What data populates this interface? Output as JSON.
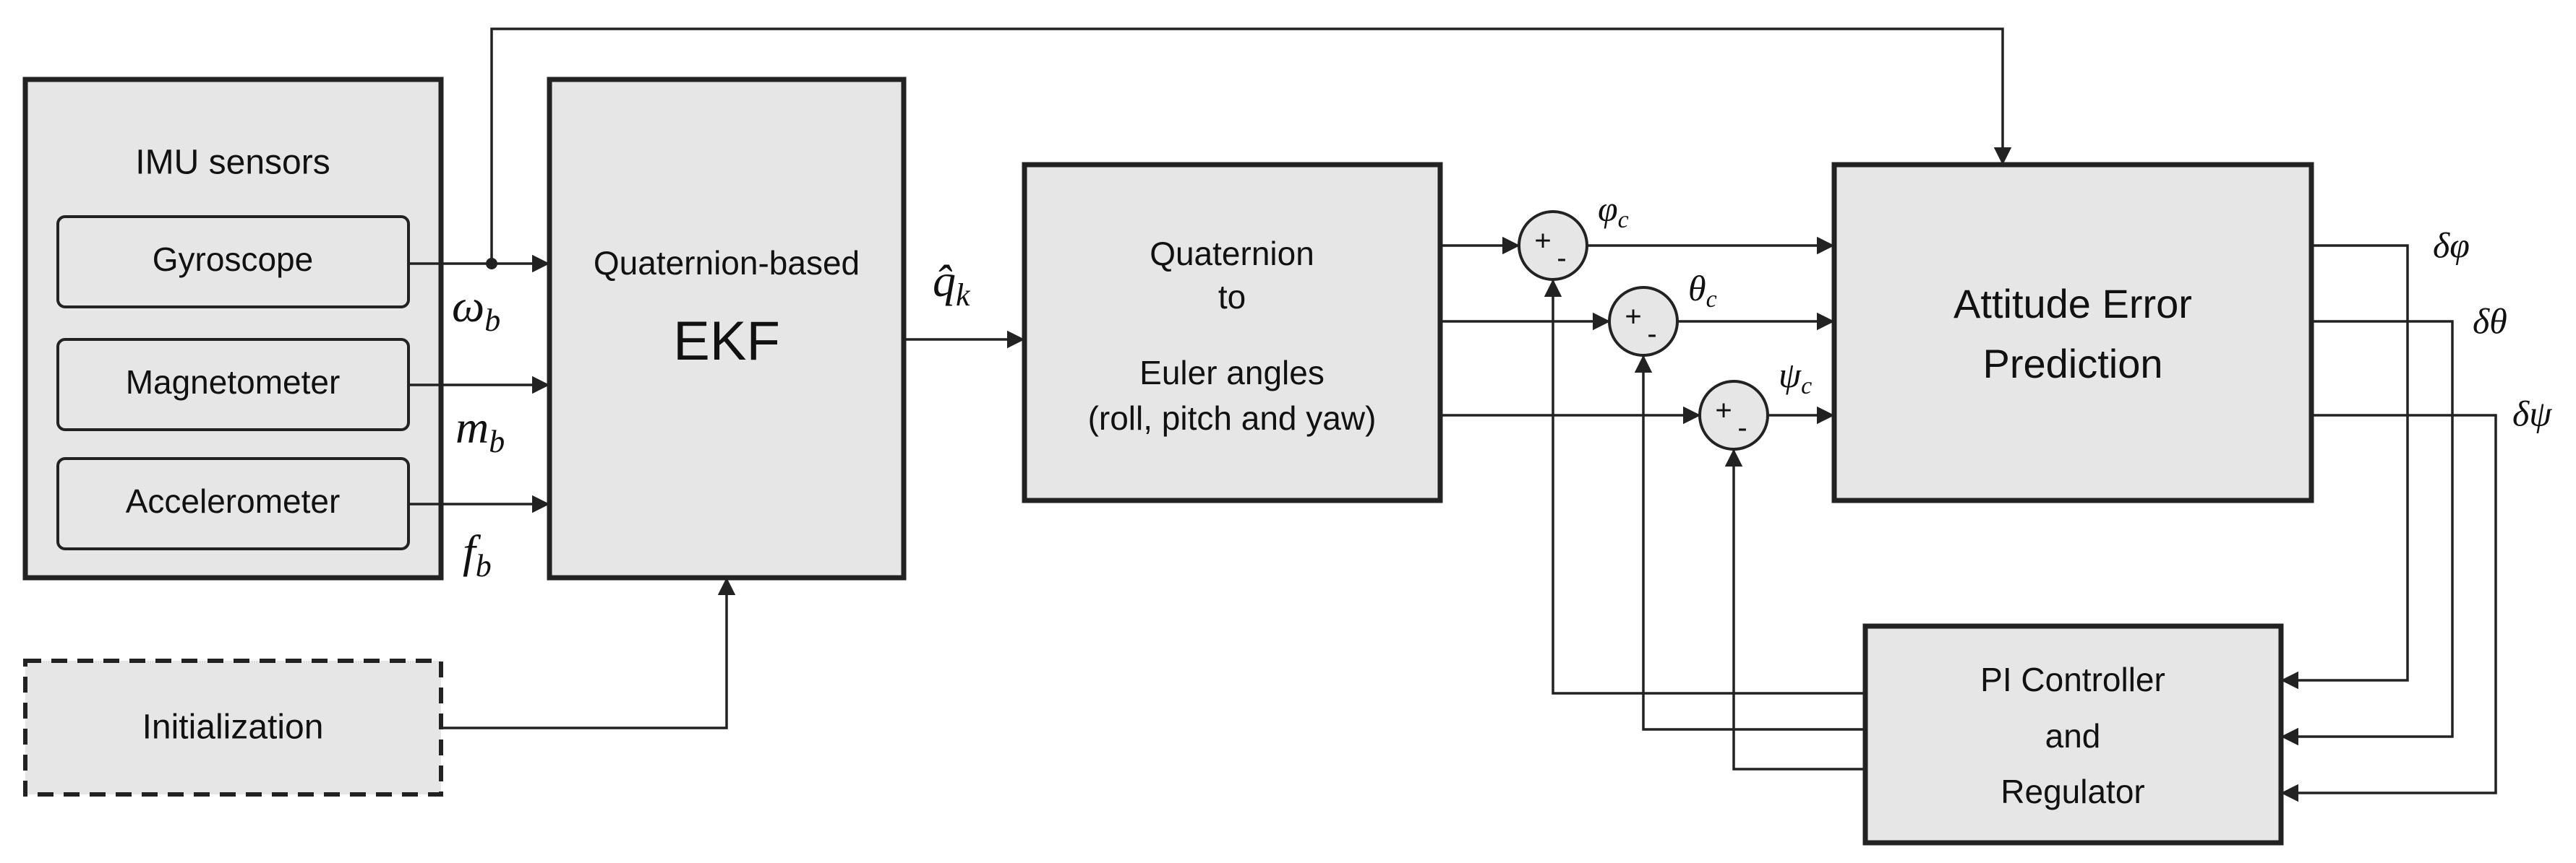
{
  "blocks": {
    "imu_title": "IMU sensors",
    "gyroscope": "Gyroscope",
    "magnetometer": "Magnetometer",
    "accelerometer": "Accelerometer",
    "initialization": "Initialization",
    "ekf_top": "Quaternion-based",
    "ekf_main": "EKF",
    "q2e_line1": "Quaternion",
    "q2e_line2": "to",
    "q2e_line3": "Euler angles",
    "q2e_line4": "(roll, pitch and yaw)",
    "aep_line1": "Attitude Error",
    "aep_line2": "Prediction",
    "pi_line1": "PI Controller",
    "pi_line2": "and",
    "pi_line3": "Regulator"
  },
  "signals": {
    "omega_b": "ω",
    "omega_sub": "b",
    "m_b": "m",
    "m_sub": "b",
    "f_b": "f",
    "f_sub": "b",
    "q_hat": "q̂",
    "q_sub": "k",
    "phi_c": "φ",
    "phi_sub": "c",
    "theta_c": "θ",
    "theta_sub": "c",
    "psi_c": "ψ",
    "psi_sub": "c",
    "d_phi": "δφ",
    "d_theta": "δθ",
    "d_psi": "δψ",
    "plus": "+",
    "minus": "-"
  }
}
